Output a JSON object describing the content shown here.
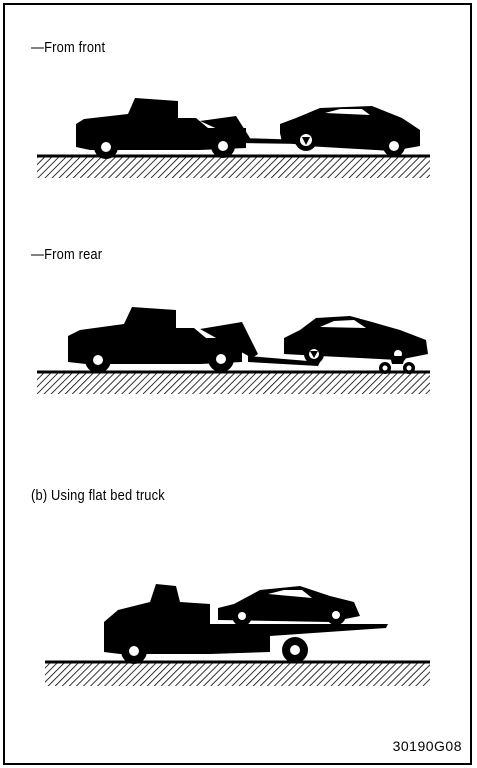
{
  "captions": {
    "from_front": "—From front",
    "from_rear": "—From rear",
    "flat_bed": "(b) Using flat bed truck"
  },
  "figure_id": "30190G08",
  "colors": {
    "ink": "#000000",
    "paper": "#ffffff"
  }
}
